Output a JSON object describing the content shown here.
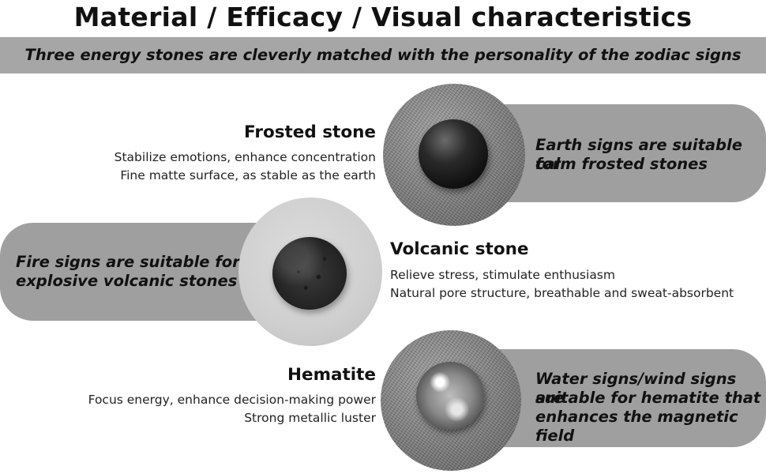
{
  "title": "Material / Efficacy / Visual characteristics",
  "banner": "Three energy stones are cleverly matched with the personality of the zodiac signs",
  "stones": [
    {
      "name": "Frosted stone",
      "lines": [
        "Stabilize emotions, enhance concentration",
        "Fine matte surface, as stable as the earth"
      ],
      "suitability": [
        "Earth signs are suitable for",
        "calm frosted stones"
      ]
    },
    {
      "name": "Volcanic stone",
      "lines": [
        "Relieve stress, stimulate enthusiasm",
        "Natural pore structure, breathable and sweat-absorbent"
      ],
      "suitability": [
        "Fire signs are suitable for",
        "explosive volcanic stones"
      ]
    },
    {
      "name": "Hematite",
      "lines": [
        "Focus energy, enhance decision-making power",
        "Strong metallic luster"
      ],
      "suitability": [
        "Water signs/wind signs are",
        "suitable for hematite that",
        "enhances the magnetic field"
      ]
    }
  ],
  "colors": {
    "banner": "#a6a6a6",
    "pill": "#9f9f9f",
    "text": "#111111"
  }
}
